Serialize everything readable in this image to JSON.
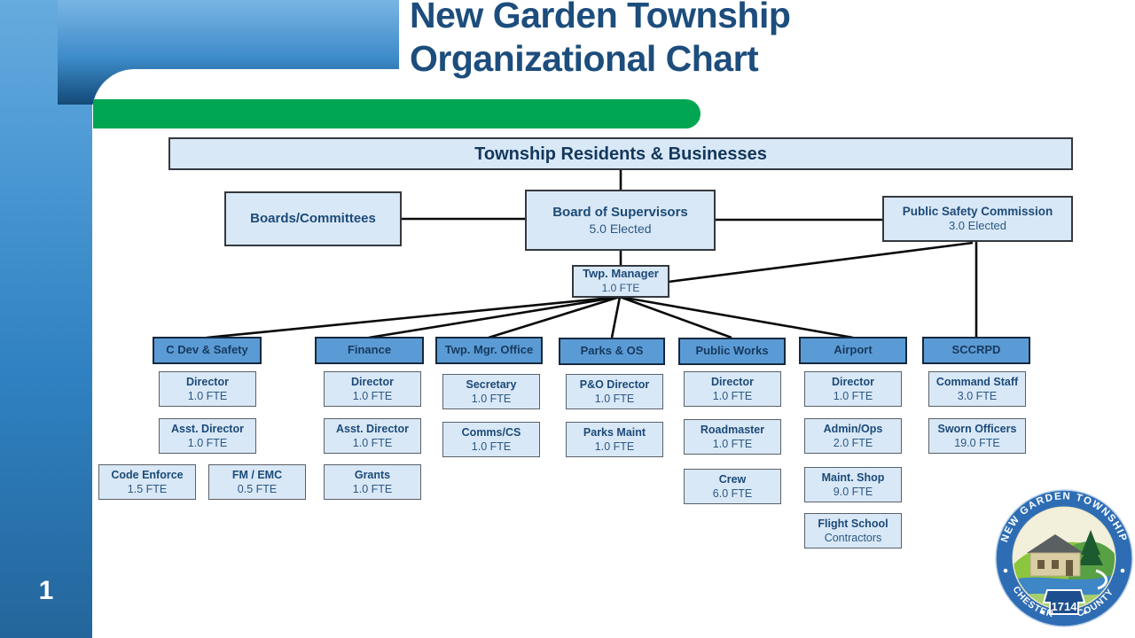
{
  "slide": {
    "title_line1": "New Garden Township",
    "title_line2": "Organizational Chart",
    "page_number": "1"
  },
  "colors": {
    "accent_green": "#00A651",
    "panel_blue_top": "#66abde",
    "panel_blue_bottom": "#24669c",
    "box_fill_light": "#D9E8F6",
    "box_fill_header": "#5B9BD5",
    "text_navy": "#1C4A78"
  },
  "org": {
    "root": {
      "label": "Township Residents & Businesses"
    },
    "boards": {
      "label": "Boards/Committees"
    },
    "supervisors": {
      "label": "Board of Supervisors",
      "sub": "5.0 Elected"
    },
    "safety_commission": {
      "label": "Public Safety Commission",
      "sub": "3.0 Elected"
    },
    "manager": {
      "label": "Twp. Manager",
      "sub": "1.0 FTE"
    },
    "departments": [
      {
        "label": "C Dev & Safety",
        "staff": [
          {
            "title": "Director",
            "sub": "1.0 FTE"
          },
          {
            "title": "Asst. Director",
            "sub": "1.0 FTE"
          },
          {
            "title": "Code Enforce",
            "sub": "1.5 FTE"
          },
          {
            "title": "FM / EMC",
            "sub": "0.5 FTE"
          }
        ]
      },
      {
        "label": "Finance",
        "staff": [
          {
            "title": "Director",
            "sub": "1.0 FTE"
          },
          {
            "title": "Asst. Director",
            "sub": "1.0 FTE"
          },
          {
            "title": "Grants",
            "sub": "1.0 FTE"
          }
        ]
      },
      {
        "label": "Twp. Mgr. Office",
        "staff": [
          {
            "title": "Secretary",
            "sub": "1.0 FTE"
          },
          {
            "title": "Comms/CS",
            "sub": "1.0 FTE"
          }
        ]
      },
      {
        "label": "Parks & OS",
        "staff": [
          {
            "title": "P&O Director",
            "sub": "1.0 FTE"
          },
          {
            "title": "Parks Maint",
            "sub": "1.0 FTE"
          }
        ]
      },
      {
        "label": "Public Works",
        "staff": [
          {
            "title": "Director",
            "sub": "1.0 FTE"
          },
          {
            "title": "Roadmaster",
            "sub": "1.0 FTE"
          },
          {
            "title": "Crew",
            "sub": "6.0 FTE"
          }
        ]
      },
      {
        "label": "Airport",
        "staff": [
          {
            "title": "Director",
            "sub": "1.0 FTE"
          },
          {
            "title": "Admin/Ops",
            "sub": "2.0 FTE"
          },
          {
            "title": "Maint. Shop",
            "sub": "9.0 FTE"
          },
          {
            "title": "Flight School",
            "sub": "Contractors"
          }
        ]
      },
      {
        "label": "SCCRPD",
        "staff": [
          {
            "title": "Command Staff",
            "sub": "3.0 FTE"
          },
          {
            "title": "Sworn Officers",
            "sub": "19.0 FTE"
          }
        ]
      }
    ]
  },
  "seal": {
    "top_text": "NEW GARDEN TOWNSHIP",
    "bottom_left": "CHESTER",
    "bottom_right": "COUNTY",
    "year": "1714"
  }
}
